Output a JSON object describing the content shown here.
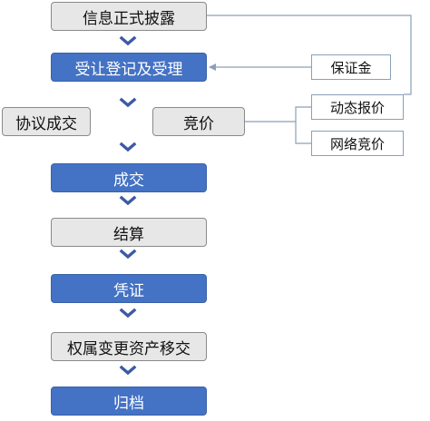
{
  "steps": [
    "信息正式披露",
    "受让登记及受理",
    "成交",
    "结算",
    "凭证",
    "权属变更资产移交",
    "归档"
  ],
  "branch": {
    "left": "协议成交",
    "right": "竞价"
  },
  "side": {
    "deposit": "保证金",
    "dynamic_quote": "动态报价",
    "online_bidding": "网络竞价"
  },
  "colors": {
    "primary_blue": "#4472c4",
    "grey_fill": "#e7e7e7",
    "arrow_blue": "#3b5ba5",
    "connector": "#8aa0b8"
  }
}
